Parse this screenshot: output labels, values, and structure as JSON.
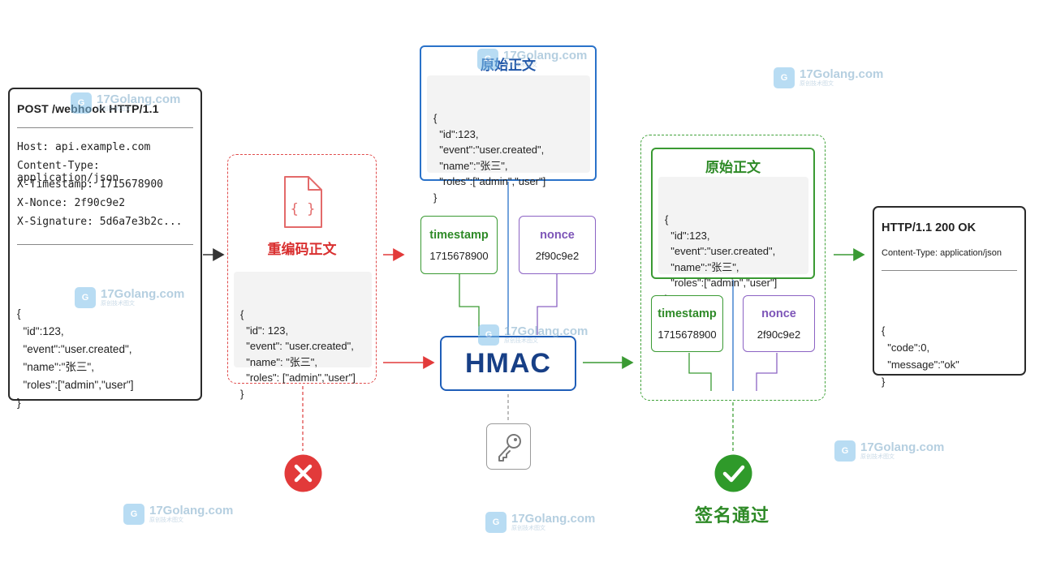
{
  "request": {
    "title": "POST /webhook HTTP/1.1",
    "headers": [
      "Host: api.example.com",
      "Content-Type: application/json",
      "X-Timestamp: 1715678900",
      "X-Nonce: 2f90c9e2",
      "X-Signature: 5d6a7e3b2c..."
    ],
    "body": [
      "{",
      "  \"id\":123,",
      "  \"event\":\"user.created\",",
      "  \"name\":\"张三\",",
      "  \"roles\":[\"admin\",\"user\"]",
      "}"
    ]
  },
  "reencode": {
    "label": "重编码正文",
    "icon_glyph": "{ }",
    "body": [
      "{",
      "  \"id\": 123,",
      "  \"event\": \"user.created\",",
      "  \"name\": \"张三\",",
      "  \"roles\": [\"admin\",\"user\"]",
      "}"
    ]
  },
  "original": {
    "label": "原始正文",
    "body": [
      "{",
      "  \"id\":123,",
      "  \"event\":\"user.created\",",
      "  \"name\":\"张三\",",
      "  \"roles\":[\"admin\",\"user\"]",
      "}"
    ]
  },
  "timestamp": {
    "label": "timestamp",
    "value": "1715678900"
  },
  "nonce": {
    "label": "nonce",
    "value": "2f90c9e2"
  },
  "hmac": {
    "label": "HMAC"
  },
  "verified": {
    "original_label": "原始正文",
    "body": [
      "{",
      "  \"id\":123,",
      "  \"event\":\"user.created\",",
      "  \"name\":\"张三\",",
      "  \"roles\":[\"admin\",\"user\"]",
      "}"
    ],
    "timestamp_label": "timestamp",
    "timestamp_value": "1715678900",
    "nonce_label": "nonce",
    "nonce_value": "2f90c9e2",
    "pass_text": "签名通过"
  },
  "response": {
    "title": "HTTP/1.1 200 OK",
    "content_type": "Content-Type: application/json",
    "body": [
      "{",
      "  \"code\":0,",
      "  \"message\":\"ok\"",
      "}"
    ]
  },
  "watermark": {
    "text": "17Golang.com",
    "subtext": "原创技术图文"
  },
  "colors": {
    "fail": "#e23a3a",
    "pass": "#2f9a2a",
    "hmac": "#1f5eb8",
    "nonce": "#8c63c4"
  }
}
